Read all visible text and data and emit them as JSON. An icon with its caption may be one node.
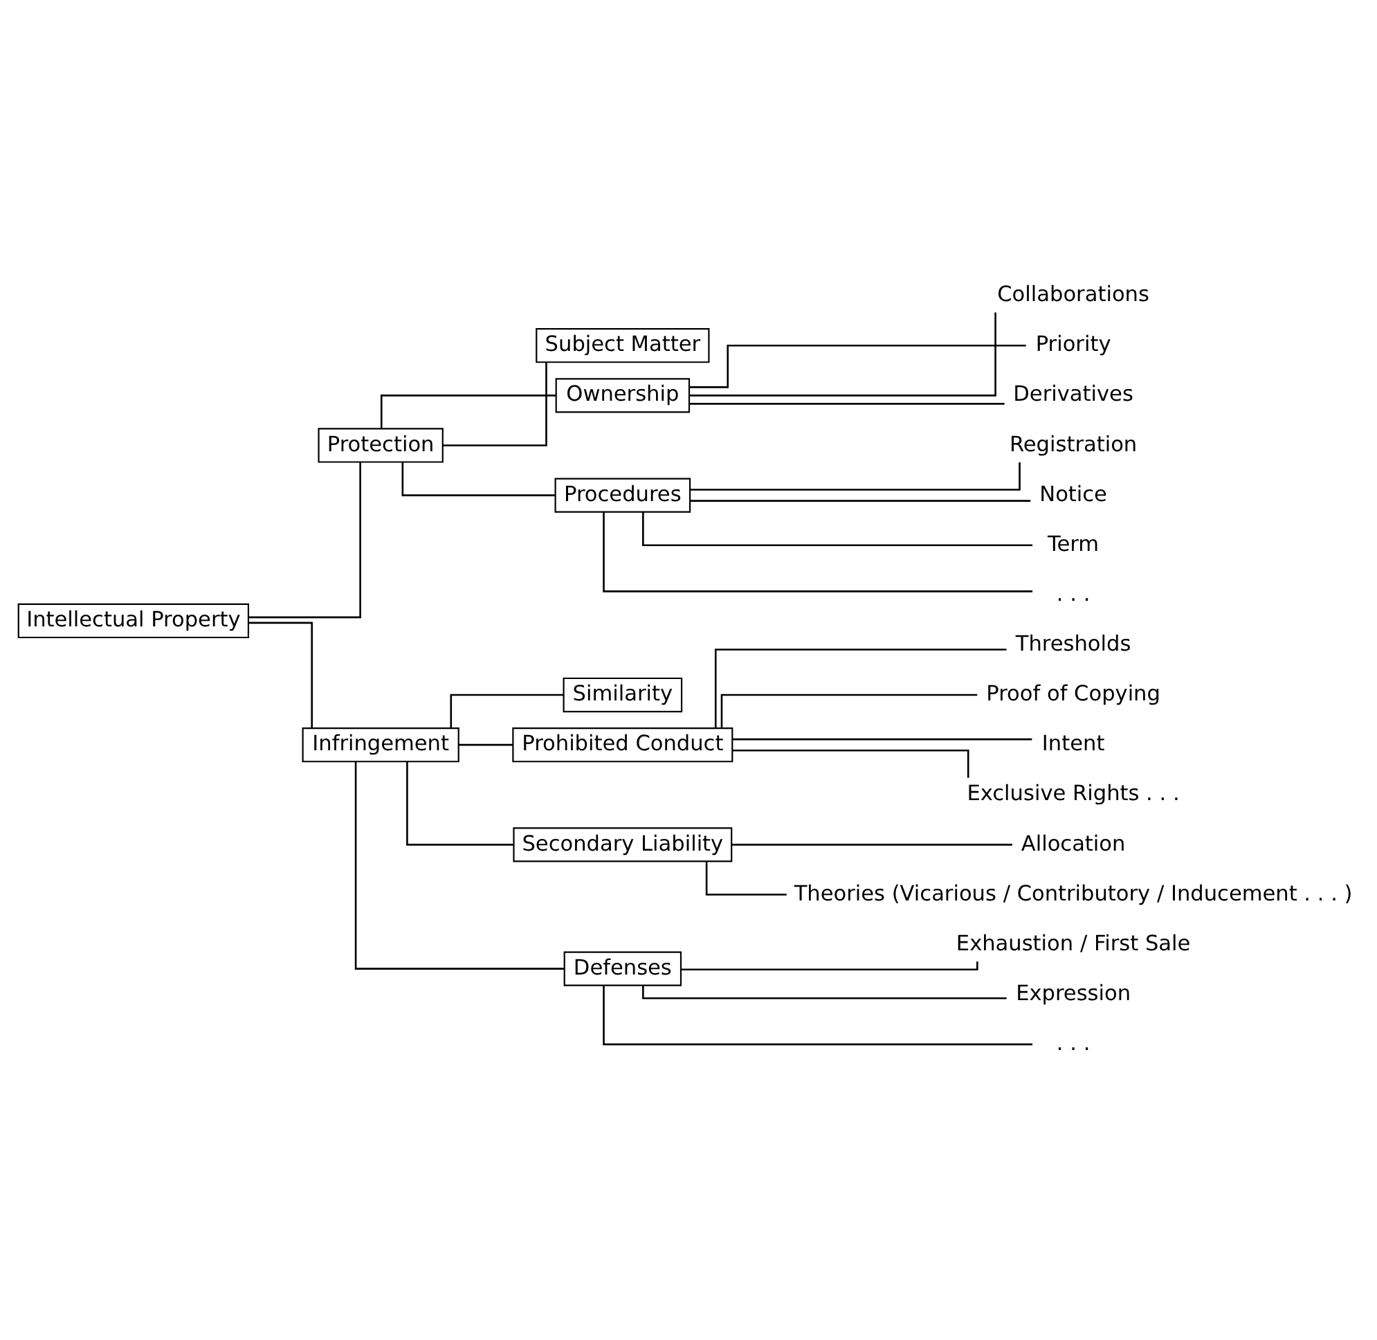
{
  "diagram": {
    "nodes": [
      {
        "text": [
          "Intellectual Property"
        ]
      },
      {
        "text": [
          "Protection"
        ]
      },
      {
        "text": [
          "Subject Matter"
        ]
      },
      {
        "text": [
          "Ownership"
        ]
      },
      {
        "text": [
          "Collaborations"
        ]
      },
      {
        "text": [
          "Priority"
        ]
      },
      {
        "text": [
          "Derivatives"
        ]
      },
      {
        "text": [
          "Procedures"
        ]
      },
      {
        "text": [
          "Registration"
        ]
      },
      {
        "text": [
          "Notice"
        ]
      },
      {
        "text": [
          "Term"
        ]
      },
      {
        "text": [
          ". . ."
        ]
      },
      {
        "text": [
          "Infringement"
        ]
      },
      {
        "text": [
          "Similarity"
        ]
      },
      {
        "text": [
          "Prohibited Conduct"
        ]
      },
      {
        "text": [
          "Thresholds"
        ]
      },
      {
        "text": [
          "Proof of Copying"
        ]
      },
      {
        "text": [
          "Intent"
        ]
      },
      {
        "text": [
          "Exclusive Rights . . ."
        ]
      },
      {
        "text": [
          "Secondary Liability"
        ]
      },
      {
        "text": [
          "Allocation"
        ]
      },
      {
        "text": [
          "Theories (Vicarious / Contributory / Inducement . . . )"
        ]
      },
      {
        "text": [
          "Defenses"
        ]
      },
      {
        "text": [
          "Exhaustion / First Sale"
        ]
      },
      {
        "text": [
          "Expression"
        ]
      },
      {
        "text": [
          ". . ."
        ]
      }
    ],
    "edges": [
      {
        "from": 0,
        "to": 1,
        "arrow": "none"
      },
      {
        "from": 0,
        "to": 12,
        "arrow": "none"
      },
      {
        "from": 1,
        "to": 2,
        "arrow": "none"
      },
      {
        "from": 1,
        "to": 3,
        "arrow": "none"
      },
      {
        "from": 3,
        "to": 4,
        "arrow": "none"
      },
      {
        "from": 3,
        "to": 5,
        "arrow": "none"
      },
      {
        "from": 3,
        "to": 6,
        "arrow": "none"
      },
      {
        "from": 1,
        "to": 7,
        "arrow": "none"
      },
      {
        "from": 7,
        "to": 8,
        "arrow": "none"
      },
      {
        "from": 7,
        "to": 9,
        "arrow": "none"
      },
      {
        "from": 7,
        "to": 10,
        "arrow": "none"
      },
      {
        "from": 7,
        "to": 11,
        "arrow": "none"
      },
      {
        "from": 12,
        "to": 13,
        "arrow": "none"
      },
      {
        "from": 12,
        "to": 14,
        "arrow": "none"
      },
      {
        "from": 14,
        "to": 15,
        "arrow": "none"
      },
      {
        "from": 14,
        "to": 16,
        "arrow": "none"
      },
      {
        "from": 14,
        "to": 17,
        "arrow": "none"
      },
      {
        "from": 14,
        "to": 18,
        "arrow": "none"
      },
      {
        "from": 12,
        "to": 19,
        "arrow": "none"
      },
      {
        "from": 19,
        "to": 20,
        "arrow": "none"
      },
      {
        "from": 19,
        "to": 21,
        "arrow": "none"
      },
      {
        "from": 12,
        "to": 22,
        "arrow": "none"
      },
      {
        "from": 22,
        "to": 23,
        "arrow": "none"
      },
      {
        "from": 22,
        "to": 24,
        "arrow": "none"
      },
      {
        "from": 22,
        "to": 25,
        "arrow": "none"
      }
    ]
  }
}
